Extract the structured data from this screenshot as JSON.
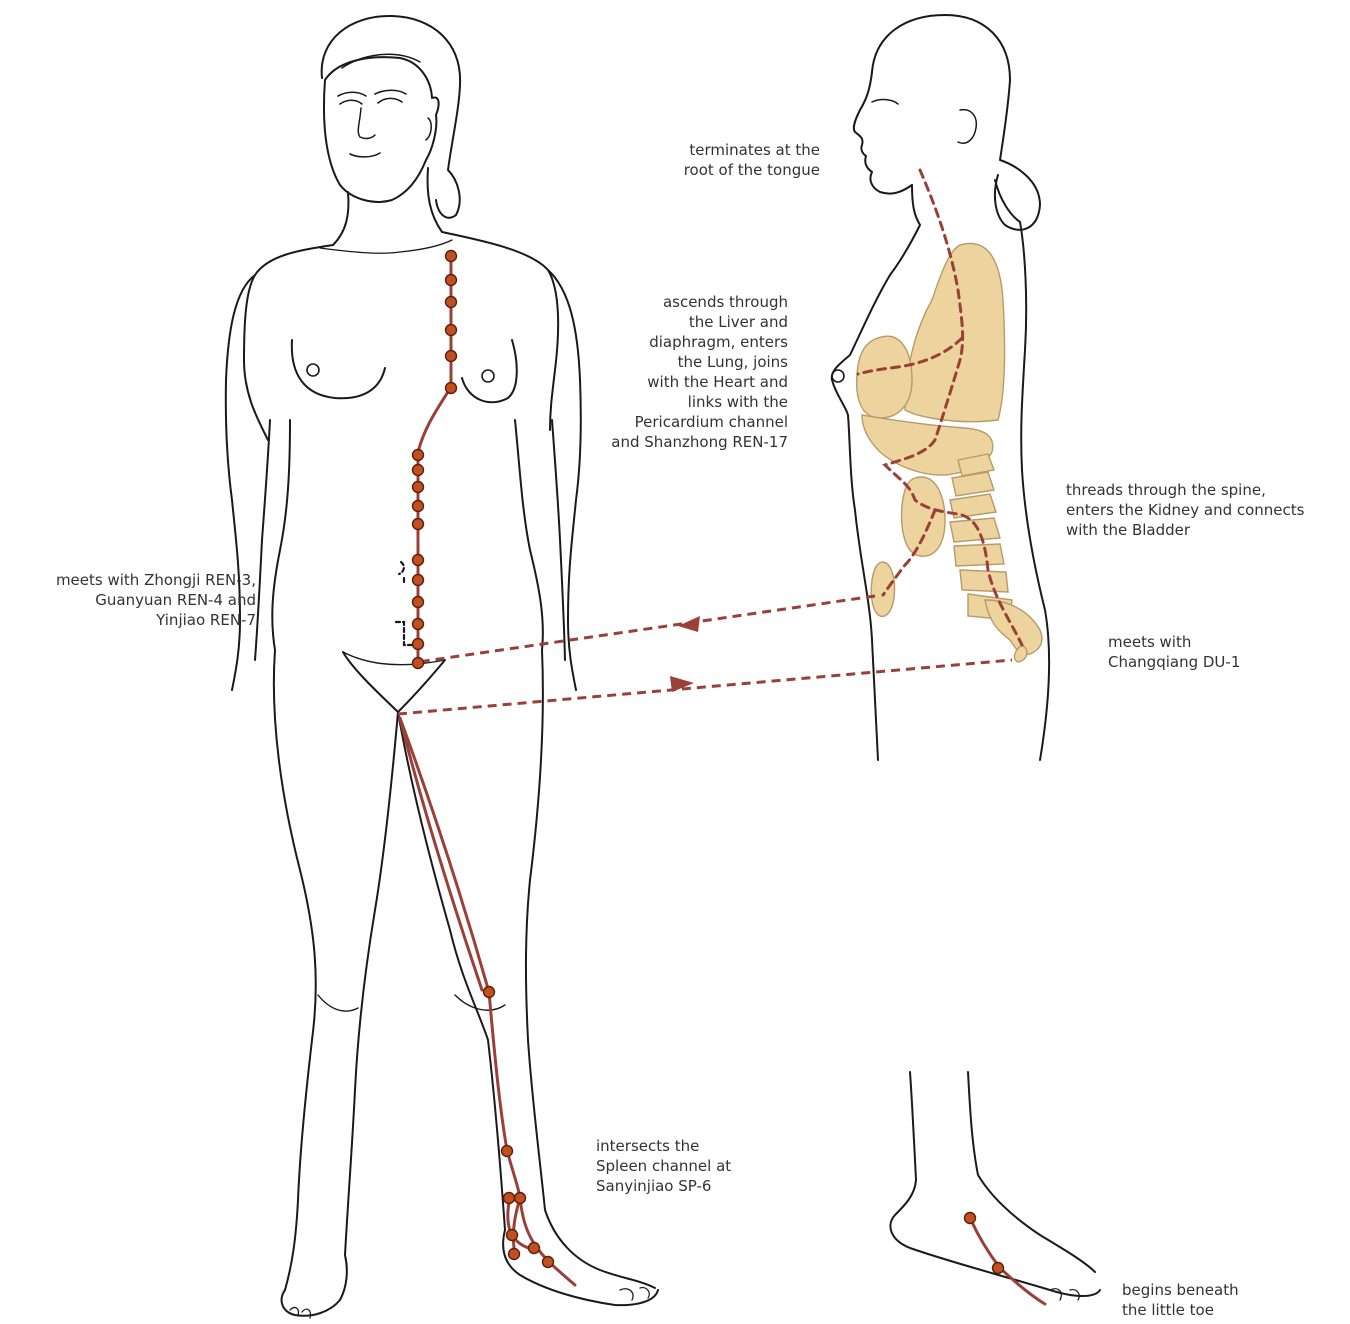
{
  "colors": {
    "channel": "#9b4038",
    "point_fill": "#c2501e",
    "point_stroke": "#5a1f10",
    "organ_fill": "#edd39e",
    "outline": "#1a1a1a"
  },
  "labels": {
    "tongue": [
      "terminates at the",
      "root of the tongue"
    ],
    "liver": [
      "ascends through",
      "the Liver and",
      "diaphragm, enters",
      "the Lung, joins",
      "with the Heart and",
      "links with the",
      "Pericardium channel",
      "and Shanzhong REN-17"
    ],
    "spine": [
      "threads through the spine,",
      "enters the Kidney and connects",
      "with the Bladder"
    ],
    "zhongji": [
      "meets with Zhongji REN-3,",
      "Guanyuan REN-4 and",
      "Yinjiao REN-7"
    ],
    "changqiang": [
      "meets with",
      "Changqiang DU-1"
    ],
    "spleen": [
      "intersects the",
      "Spleen channel at",
      "Sanyinjiao SP-6"
    ],
    "toe": [
      "begins beneath",
      "the little toe"
    ]
  }
}
